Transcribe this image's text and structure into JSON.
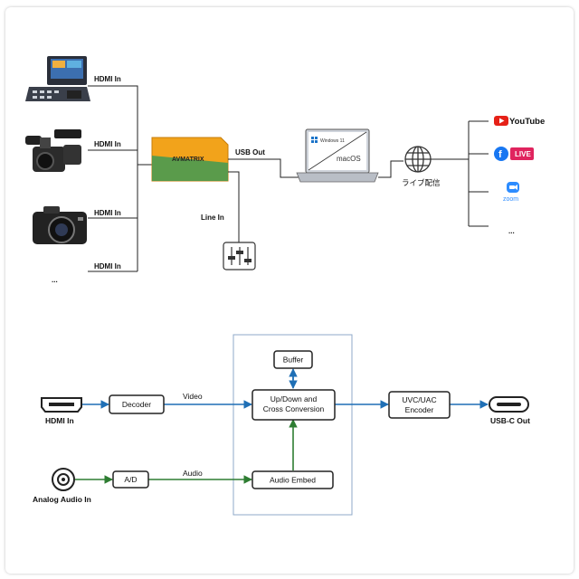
{
  "top": {
    "inputs": [
      {
        "label": "HDMI In"
      },
      {
        "label": "HDMI In"
      },
      {
        "label": "HDMI In"
      },
      {
        "label": "HDMI In"
      }
    ],
    "more_sources": "...",
    "usb_out": "USB Out",
    "line_in": "Line In",
    "laptop": {
      "os_top": "Windows 11",
      "os_bottom": "macOS"
    },
    "stream_label": "ライブ配信",
    "platforms": {
      "youtube": "YouTube",
      "live": "LIVE",
      "zoom": "zoom",
      "more": "..."
    },
    "device_brand": "AVMATRIX"
  },
  "bottom": {
    "hdmi_in": "HDMI In",
    "analog_in": "Analog Audio In",
    "decoder": "Decoder",
    "ad": "A/D",
    "video": "Video",
    "audio": "Audio",
    "buffer": "Buffer",
    "conversion_line1": "Up/Down and",
    "conversion_line2": "Cross Conversion",
    "audio_embed": "Audio Embed",
    "encoder_line1": "UVC/UAC",
    "encoder_line2": "Encoder",
    "usbc_out": "USB-C Out"
  },
  "colors": {
    "video_line": "#1f6fb5",
    "audio_line": "#2e7d32",
    "youtube": "#e62117",
    "facebook": "#1877f2",
    "zoom": "#2d8cff"
  }
}
